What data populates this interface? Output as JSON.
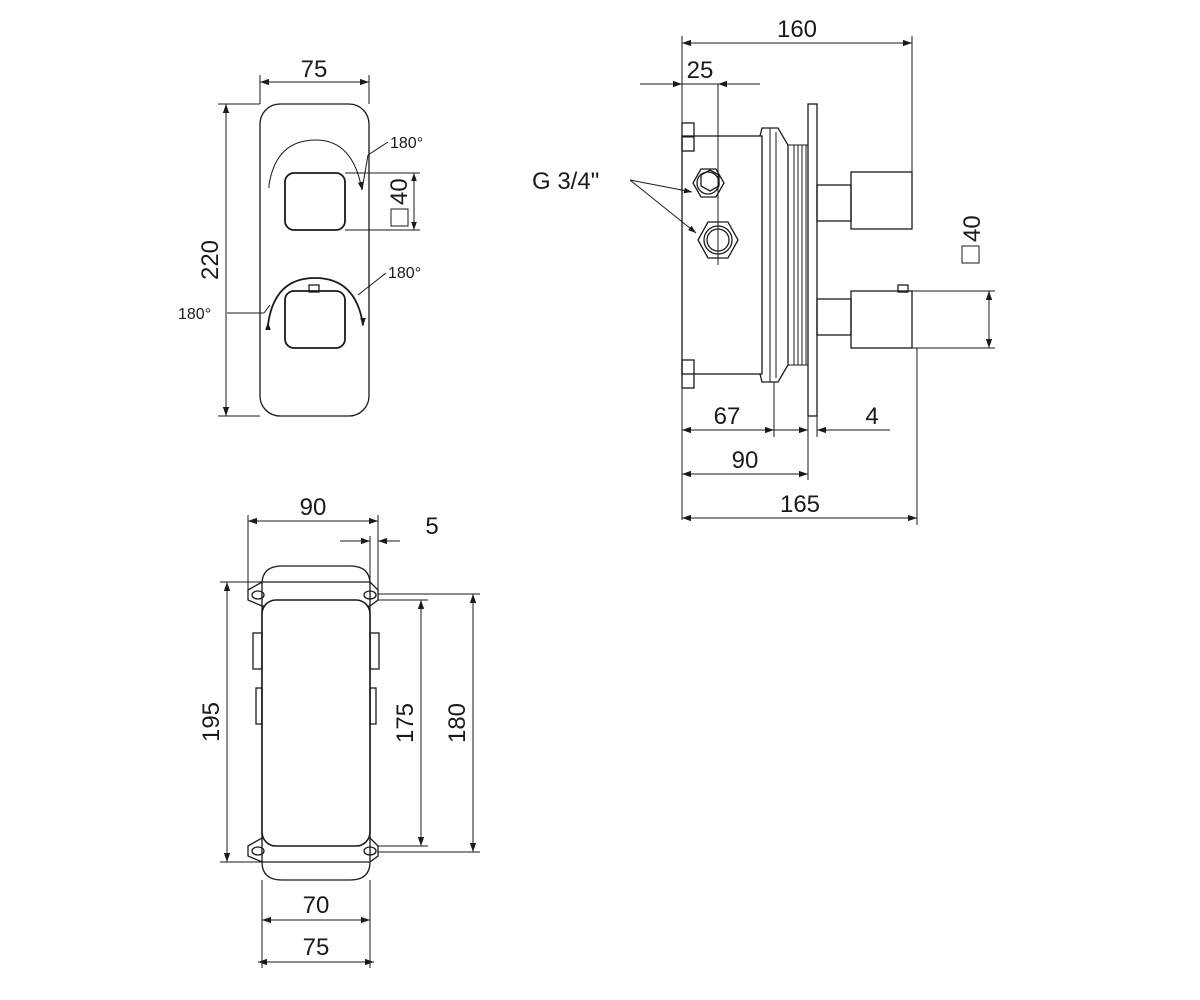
{
  "front_view": {
    "width": "75",
    "height": "220",
    "knob_square": "40",
    "rotation_upper": "180°",
    "rotation_lower_right": "180°",
    "rotation_lower_left": "180°"
  },
  "side_view": {
    "overall_knob": "160",
    "inlet_offset": "25",
    "thread": "G 3/4\"",
    "knob_square": "40",
    "body_depth": "67",
    "plate": "4",
    "box_depth": "90",
    "overall_depth": "165"
  },
  "box_view": {
    "width_top": "90",
    "flange": "5",
    "height_outer": "195",
    "height_inner": "175",
    "height_mid": "180",
    "width_inner": "70",
    "width_bottom": "75"
  }
}
